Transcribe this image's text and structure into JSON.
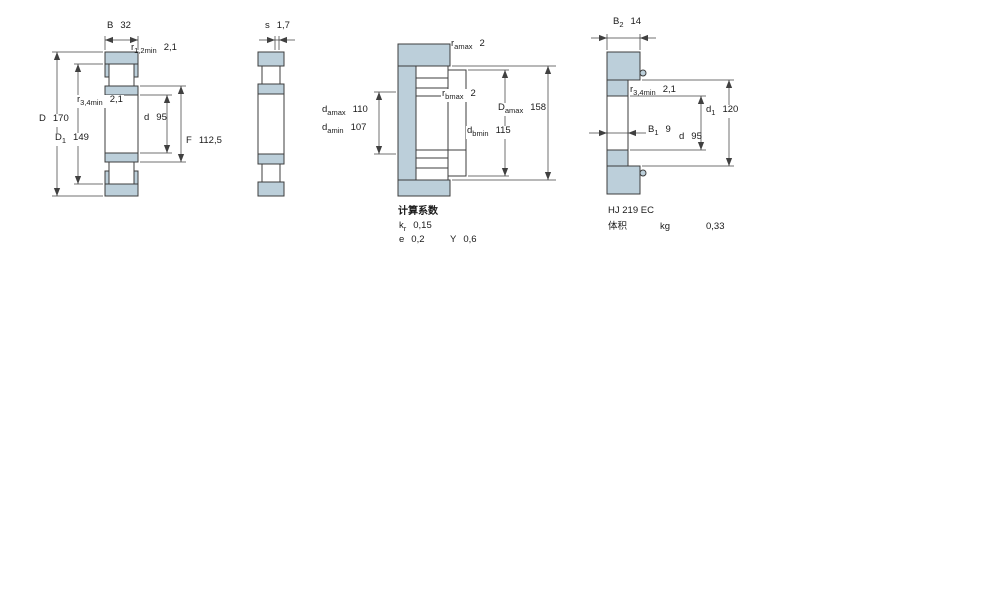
{
  "drawing": {
    "background": "#ffffff",
    "section_fill": "#bccfda",
    "line_color": "#404040",
    "figures": {
      "main": {
        "name": "bearing-cross-section",
        "dims": {
          "B": {
            "base": "B",
            "sub": "",
            "value": "32"
          },
          "r12": {
            "base": "r",
            "sub": "1,2min",
            "value": "2,1"
          },
          "r34": {
            "base": "r",
            "sub": "3,4min",
            "value": "2,1"
          },
          "D": {
            "base": "D",
            "sub": "",
            "value": "170"
          },
          "D1": {
            "base": "D",
            "sub": "1",
            "value": "149"
          },
          "d": {
            "base": "d",
            "sub": "",
            "value": "95"
          },
          "F": {
            "base": "F",
            "sub": "",
            "value": "112,5"
          }
        }
      },
      "detail": {
        "name": "ring-detail",
        "dims": {
          "s": {
            "base": "s",
            "sub": "",
            "value": "1,7"
          }
        }
      },
      "abutment": {
        "name": "mounting-dimensions",
        "dims": {
          "ra": {
            "base": "r",
            "sub": "amax",
            "value": "2"
          },
          "rb": {
            "base": "r",
            "sub": "bmax",
            "value": "2"
          },
          "daMax": {
            "base": "d",
            "sub": "amax",
            "value": "110"
          },
          "daMin": {
            "base": "d",
            "sub": "amin",
            "value": "107"
          },
          "DaMax": {
            "base": "D",
            "sub": "amax",
            "value": "158"
          },
          "dbMin": {
            "base": "d",
            "sub": "bmin",
            "value": "115"
          }
        },
        "factors": {
          "title": "计算系数",
          "kr": {
            "base": "k",
            "sub": "r",
            "value": "0,15"
          },
          "e": {
            "base": "e",
            "sub": "",
            "value": "0,2"
          },
          "Y": {
            "base": "Y",
            "sub": "",
            "value": "0,6"
          }
        }
      },
      "angleRing": {
        "name": "angle-ring-cross-section",
        "designation": "HJ 219 EC",
        "dims": {
          "B2": {
            "base": "B",
            "sub": "2",
            "value": "14"
          },
          "r34": {
            "base": "r",
            "sub": "3,4min",
            "value": "2,1"
          },
          "B1": {
            "base": "B",
            "sub": "1",
            "value": "9"
          },
          "d1": {
            "base": "d",
            "sub": "1",
            "value": "120"
          },
          "d": {
            "base": "d",
            "sub": "",
            "value": "95"
          }
        },
        "mass": {
          "label": "体积",
          "unit": "kg",
          "value": "0,33"
        }
      }
    }
  }
}
